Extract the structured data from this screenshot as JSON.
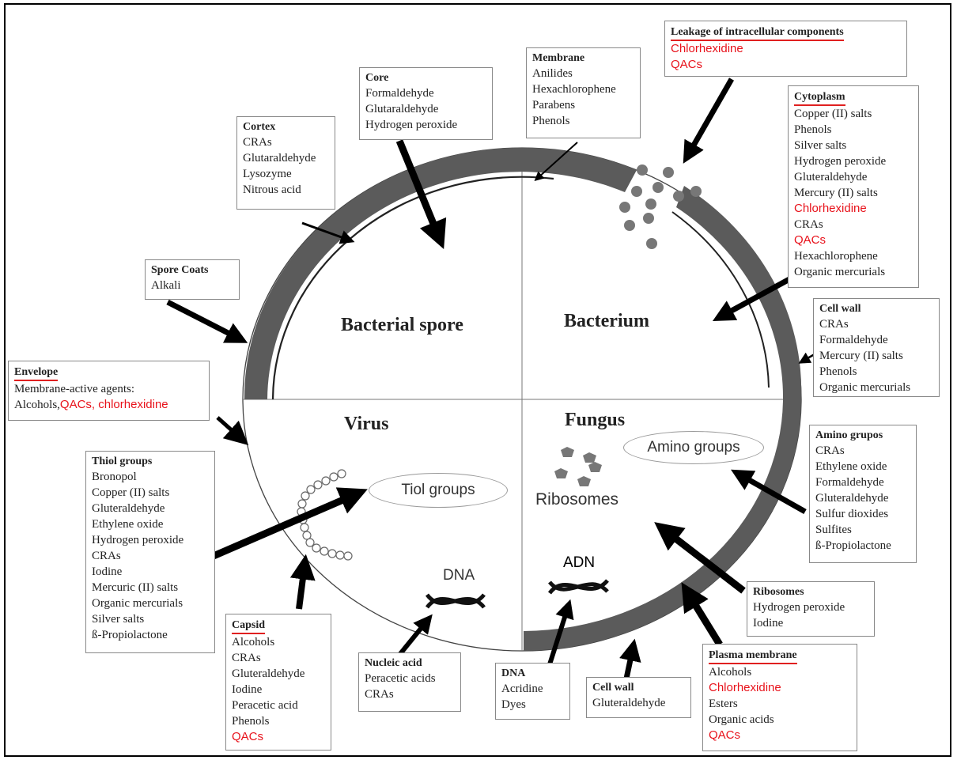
{
  "quadrants": {
    "bacterial_spore": "Bacterial spore",
    "bacterium": "Bacterium",
    "virus": "Virus",
    "fungus": "Fungus"
  },
  "inner_labels": {
    "amino_groups": "Amino groups",
    "tiol_groups": "Tiol groups",
    "ribosomes": "Ribosomes",
    "dna": "DNA",
    "adn": "ADN"
  },
  "highlight_color": "#e8121b",
  "boxes": {
    "leakage": {
      "title": "Leakage of intracellular components",
      "items": [
        {
          "text": "Chlorhexidine",
          "red": true
        },
        {
          "text": "QACs",
          "red": true
        }
      ]
    },
    "membrane": {
      "title": "Membrane",
      "items": [
        {
          "text": "Anilides"
        },
        {
          "text": "Hexachlorophene"
        },
        {
          "text": "Parabens"
        },
        {
          "text": "Phenols"
        }
      ]
    },
    "core": {
      "title": "Core",
      "items": [
        {
          "text": "Formaldehyde"
        },
        {
          "text": "Glutaraldehyde"
        },
        {
          "text": "Hydrogen peroxide"
        }
      ]
    },
    "cortex": {
      "title": "Cortex",
      "items": [
        {
          "text": "CRAs"
        },
        {
          "text": "Glutaraldehyde"
        },
        {
          "text": "Lysozyme"
        },
        {
          "text": "Nitrous acid"
        }
      ]
    },
    "cytoplasm": {
      "title": "Cytoplasm",
      "items": [
        {
          "text": "Copper (II) salts"
        },
        {
          "text": "Phenols"
        },
        {
          "text": "Silver salts"
        },
        {
          "text": "Hydrogen peroxide"
        },
        {
          "text": "Gluteraldehyde"
        },
        {
          "text": "Mercury (II) salts"
        },
        {
          "text": "Chlorhexidine",
          "red": true
        },
        {
          "text": "CRAs"
        },
        {
          "text": "QACs",
          "red": true
        },
        {
          "text": "Hexachlorophene"
        },
        {
          "text": "Organic mercurials"
        }
      ]
    },
    "spore_coats": {
      "title": "Spore Coats",
      "items": [
        {
          "text": "Alkali"
        }
      ]
    },
    "cell_wall_bact": {
      "title": "Cell wall",
      "items": [
        {
          "text": "CRAs"
        },
        {
          "text": "Formaldehyde"
        },
        {
          "text": "Mercury (II) salts"
        },
        {
          "text": "Phenols"
        },
        {
          "text": "Organic mercurials"
        }
      ]
    },
    "envelope": {
      "title": "Envelope",
      "line1": "Membrane-active agents:",
      "line2a": "Alcohols,",
      "line2b": "QACs, chlorhexidine"
    },
    "thiol": {
      "title": "Thiol groups",
      "items": [
        {
          "text": "Bronopol"
        },
        {
          "text": "Copper (II) salts"
        },
        {
          "text": "Gluteraldehyde"
        },
        {
          "text": "Ethylene oxide"
        },
        {
          "text": "Hydrogen peroxide"
        },
        {
          "text": "CRAs"
        },
        {
          "text": "Iodine"
        },
        {
          "text": "Mercuric (II) salts"
        },
        {
          "text": "Organic mercurials"
        },
        {
          "text": "Silver salts"
        },
        {
          "text": "ß-Propiolactone"
        }
      ]
    },
    "amino": {
      "title": "Amino grupos",
      "items": [
        {
          "text": "CRAs"
        },
        {
          "text": "Ethylene oxide"
        },
        {
          "text": "Formaldehyde"
        },
        {
          "text": "Gluteraldehyde"
        },
        {
          "text": "Sulfur dioxides"
        },
        {
          "text": "Sulfites"
        },
        {
          "text": "ß-Propiolactone"
        }
      ]
    },
    "ribosomes": {
      "title": "Ribosomes",
      "items": [
        {
          "text": "Hydrogen peroxide"
        },
        {
          "text": "Iodine"
        }
      ]
    },
    "capsid": {
      "title": "Capsid",
      "items": [
        {
          "text": "Alcohols"
        },
        {
          "text": "CRAs"
        },
        {
          "text": "Gluteraldehyde"
        },
        {
          "text": "Iodine"
        },
        {
          "text": "Peracetic acid"
        },
        {
          "text": "Phenols"
        },
        {
          "text": "QACs",
          "red": true
        }
      ]
    },
    "nucleic": {
      "title": "Nucleic acid",
      "items": [
        {
          "text": "Peracetic acids"
        },
        {
          "text": "CRAs"
        }
      ]
    },
    "dna_box": {
      "title": "DNA",
      "items": [
        {
          "text": "Acridine"
        },
        {
          "text": "Dyes"
        }
      ]
    },
    "cell_wall_fungus": {
      "title": "Cell wall",
      "items": [
        {
          "text": "Gluteraldehyde"
        }
      ]
    },
    "plasma": {
      "title": "Plasma membrane",
      "items": [
        {
          "text": "Alcohols"
        },
        {
          "text": "Chlorhexidine",
          "red": true
        },
        {
          "text": "Esters"
        },
        {
          "text": "Organic acids"
        },
        {
          "text": "QACs",
          "red": true
        }
      ]
    }
  }
}
